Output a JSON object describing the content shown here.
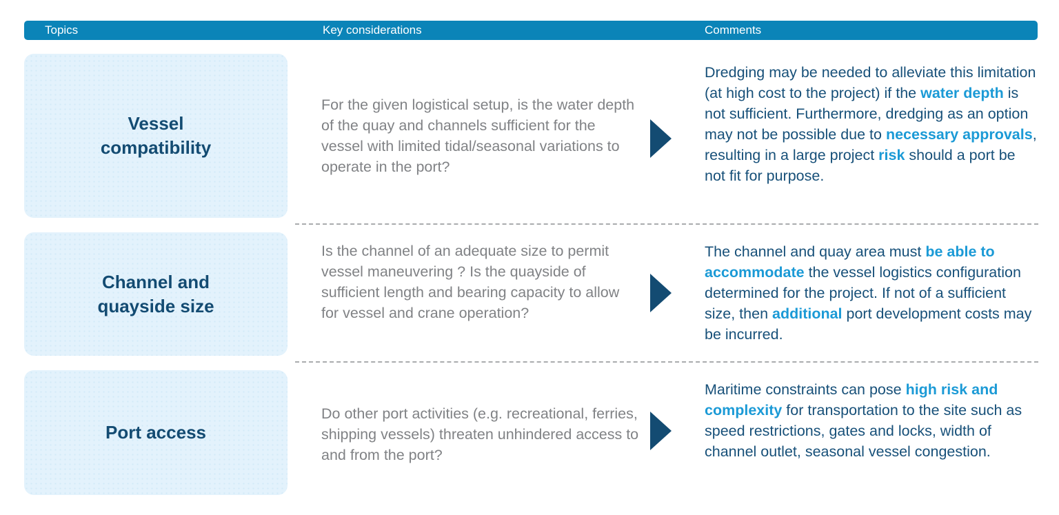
{
  "header": {
    "columns": [
      {
        "label": "Topics"
      },
      {
        "label": "Key considerations"
      },
      {
        "label": "Comments"
      }
    ]
  },
  "colors": {
    "header_bg": "#0b84b8",
    "topic_box_bg": "#e3f2fc",
    "topic_text": "#134b72",
    "comment_text": "#175079",
    "highlight_blue": "#1b9ad6",
    "consideration_gray": "#808285",
    "divider_gray": "#a9abad",
    "arrow_navy": "#134b72"
  },
  "rows": [
    {
      "topic": "Vessel compatibility",
      "consideration": "For the given logistical setup, is the water depth of the quay and channels sufficient for the vessel with limited tidal/seasonal variations to operate in the port?",
      "arrow_icon": "right-triangle",
      "comment_segments": [
        {
          "text": "Dredging may be needed to alleviate this limitation (at high cost to the project) if the ",
          "bold": false
        },
        {
          "text": "water depth",
          "bold": true
        },
        {
          "text": " is not sufficient.  Furthermore, dredging as an option may not be possible due to ",
          "bold": false
        },
        {
          "text": "necessary approvals",
          "bold": true
        },
        {
          "text": ", resulting in a large project ",
          "bold": false
        },
        {
          "text": "risk",
          "bold": true
        },
        {
          "text": " should a port be not fit for purpose.",
          "bold": false
        }
      ]
    },
    {
      "topic": "Channel and quayside size",
      "consideration": "Is the channel of an adequate size to permit vessel maneuvering ? Is the quayside of sufficient length and bearing capacity to allow for vessel and crane operation?",
      "arrow_icon": "right-triangle",
      "comment_segments": [
        {
          "text": "The channel and quay area must ",
          "bold": false
        },
        {
          "text": "be able to accommodate",
          "bold": true
        },
        {
          "text": " the vessel logistics configuration determined for the project. If not of a sufficient size, then ",
          "bold": false
        },
        {
          "text": "additional",
          "bold": true
        },
        {
          "text": " port development costs may be incurred.",
          "bold": false
        }
      ]
    },
    {
      "topic": "Port access",
      "consideration": "Do other port activities (e.g. recreational, ferries, shipping vessels) threaten unhindered access to and from the port?",
      "arrow_icon": "right-triangle",
      "comment_segments": [
        {
          "text": "Maritime constraints can pose ",
          "bold": false
        },
        {
          "text": "high risk and complexity",
          "bold": true
        },
        {
          "text": " for transportation to the site such as speed restrictions, gates and locks, width of channel outlet, seasonal vessel congestion.",
          "bold": false
        }
      ]
    }
  ]
}
